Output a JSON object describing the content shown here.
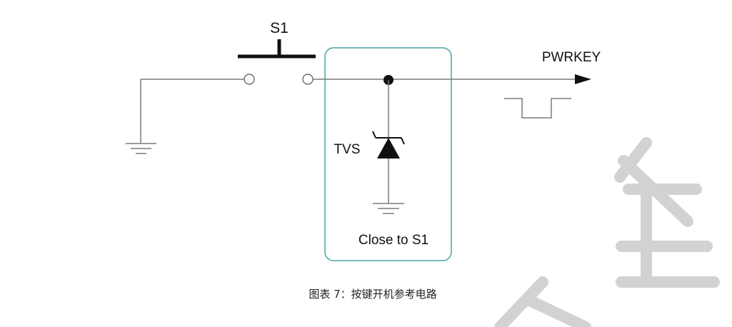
{
  "diagram": {
    "switch_label": "S1",
    "output_label": "PWRKEY",
    "tvs_label": "TVS",
    "box_label": "Close to S1",
    "caption": "图表 7：按键开机参考电路"
  },
  "colors": {
    "wire": "#7a7a7a",
    "dark": "#111111",
    "box_border": "#4aa3a3",
    "watermark": "#c8c8c8"
  }
}
